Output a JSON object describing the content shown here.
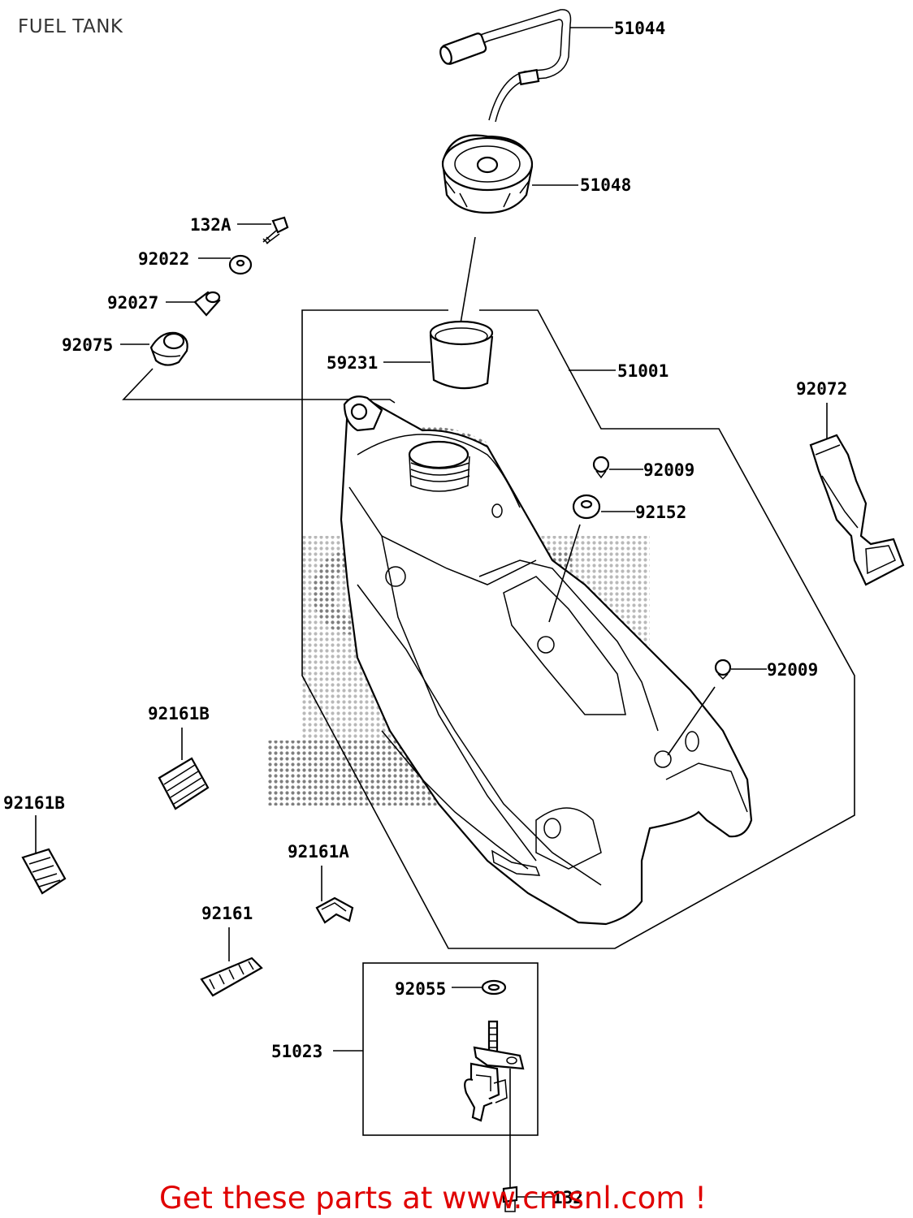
{
  "title": "FUEL TANK",
  "parts": {
    "p51044": "51044",
    "p51048": "51048",
    "p132A": "132A",
    "p92022": "92022",
    "p92027": "92027",
    "p92075": "92075",
    "p59231": "59231",
    "p51001": "51001",
    "p92072": "92072",
    "p92009a": "92009",
    "p92152": "92152",
    "p92009b": "92009",
    "p92161B_a": "92161B",
    "p92161B_b": "92161B",
    "p92161A": "92161A",
    "p92161": "92161",
    "p92055": "92055",
    "p51023": "51023",
    "p132": "132"
  },
  "banner": "Get these parts at www.cmsnl.com !",
  "colors": {
    "banner": "#e00000",
    "line": "#000000",
    "watermark": "#888888"
  }
}
